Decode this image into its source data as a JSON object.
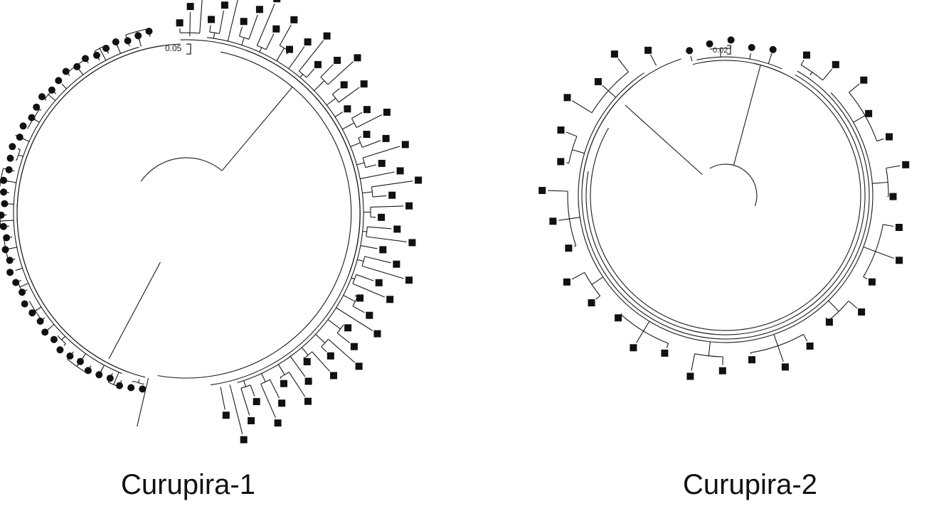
{
  "colors": {
    "branch": "#1a1a1a",
    "marker": "#111111",
    "text": "#111111",
    "background": "#ffffff"
  },
  "legend_markers": [
    "square",
    "circle"
  ],
  "trees": [
    {
      "id": "curupira-1",
      "title": "Curupira-1",
      "scale_label": "0.05",
      "leaves": {
        "squares": 56,
        "circles": 44
      }
    },
    {
      "id": "curupira-2",
      "title": "Curupira-2",
      "scale_label": "0.02",
      "leaves": {
        "squares": 31,
        "circles": 5
      }
    }
  ]
}
